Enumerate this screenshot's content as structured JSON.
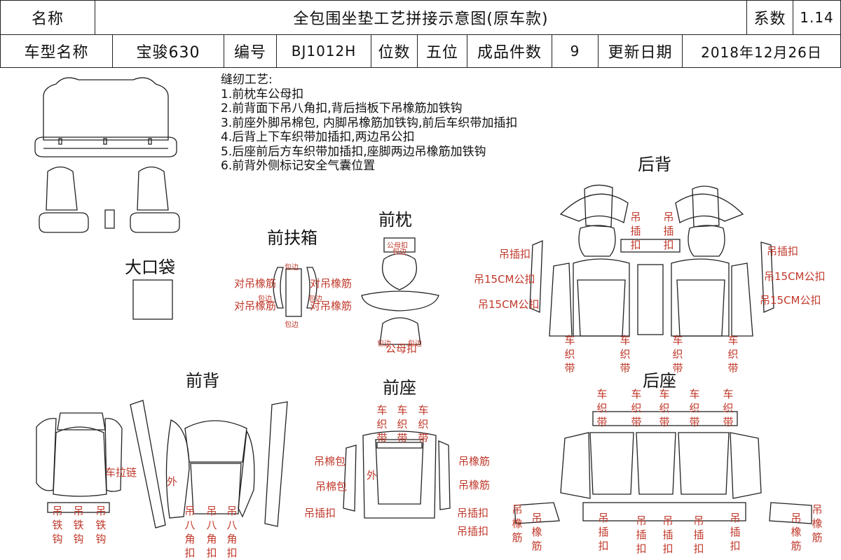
{
  "header": {
    "name_label": "名称",
    "title": "全包围坐垫工艺拼接示意图(原车款)",
    "coef_label": "系数",
    "coef_value": "1.14",
    "model_label": "车型名称",
    "model_value": "宝骏630",
    "code_label": "编号",
    "code_value": "BJ1012H",
    "seats_label": "位数",
    "seats_value": "五位",
    "pieces_label": "成品件数",
    "pieces_value": "9",
    "update_label": "更新日期",
    "update_value": "2018年12月26日"
  },
  "process": {
    "heading": "缝纫工艺:",
    "steps": [
      "1.前枕车公母扣",
      "2.前背面下吊八角扣,背后挡板下吊橡筋加铁钩",
      "3.前座外脚吊棉包, 内脚吊橡筋加铁钩,前后车织带加插扣",
      "4.后背上下车织带加插扣,两边吊公扣",
      "5.后座前后方车织带加插扣,座脚两边吊橡筋加铁钩",
      "6.前背外侧标记安全气囊位置"
    ]
  },
  "sections": {
    "big_pocket": "大口袋",
    "front_armrest": "前扶箱",
    "front_pillow": "前枕",
    "rear_back": "后背",
    "front_back": "前背",
    "front_seat": "前座",
    "rear_seat": "后座"
  },
  "labels": {
    "armrest_pair_a": "对吊橡筋",
    "armrest_pair_b": "对吊橡筋",
    "armrest_pair_c": "对吊橡筋",
    "armrest_pair_d": "对吊橡筋",
    "armrest_edge_a": "包边",
    "armrest_edge_b": "包边",
    "armrest_edge_c": "包边",
    "armrest_edge_d": "包边",
    "pillow_top_a": "公母扣",
    "pillow_top_b": "包边",
    "pillow_bot_a": "包边",
    "pillow_bot_b": "包边",
    "pillow_bot_c": "公母扣",
    "rb_hang_clip_1": "吊插扣",
    "rb_hang_clip_2": "吊插扣",
    "rb_hang_clip_left": "吊插扣",
    "rb_hang_clip_right": "吊插扣",
    "rb_hang15_a": "吊15CM公扣",
    "rb_hang15_b": "吊15CM公扣",
    "rb_hang15_c": "吊15CM公扣",
    "rb_hang15_d": "吊15CM公扣",
    "rb_strap_1": "车织带",
    "rb_strap_2": "车织带",
    "rb_strap_3": "车织带",
    "rb_strap_4": "车织带",
    "fb_zipper": "车拉链",
    "fb_out": "外",
    "fb_hook_1": "吊铁钩",
    "fb_hook_2": "吊铁钩",
    "fb_hook_3": "吊铁钩",
    "fb_oct_1": "吊八角扣",
    "fb_oct_2": "吊八角扣",
    "fb_oct_3": "吊八角扣",
    "fs_strap_1": "车织带",
    "fs_strap_2": "车织带",
    "fs_strap_3": "车织带",
    "fs_cotton_1": "吊棉包",
    "fs_cotton_2": "吊棉包",
    "fs_out": "外",
    "fs_clip_left": "吊插扣",
    "fs_elastic_1": "吊橡筋",
    "fs_elastic_2": "吊橡筋",
    "fs_clip_r1": "吊插扣",
    "fs_clip_r2": "吊插扣",
    "rs_strap_1": "车织带",
    "rs_strap_2": "车织带",
    "rs_strap_3": "车织带",
    "rs_strap_4": "车织带",
    "rs_strap_5": "车织带",
    "rs_elastic_l1": "吊橡筋",
    "rs_elastic_l2": "吊橡筋",
    "rs_clip_1": "吊插扣",
    "rs_clip_2": "吊插扣",
    "rs_clip_3": "吊插扣",
    "rs_clip_4": "吊插扣",
    "rs_clip_5": "吊插扣",
    "rs_elastic_r1": "吊橡筋",
    "rs_elastic_r2": "吊橡筋"
  }
}
